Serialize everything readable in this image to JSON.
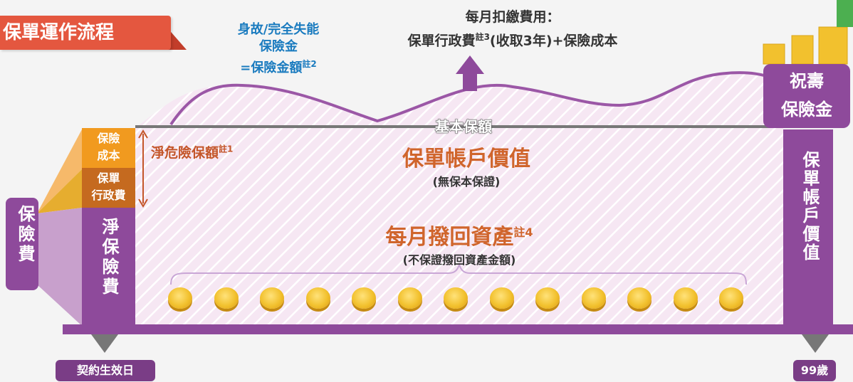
{
  "title": "保單運作流程",
  "death_benefit": {
    "line1": "身故/完全失能",
    "line2": "保險金",
    "line3": "=保險金額",
    "note": "註2"
  },
  "monthly_fee": {
    "line1": "每月扣繳費用：",
    "line2_a": "保單行政費",
    "note": "註3",
    "line2_b": "(收取3年)+保險成本"
  },
  "base_amount": "基本保額",
  "net_risk": {
    "label": "淨危險保額",
    "note": "註1"
  },
  "account_value": {
    "label": "保單帳戶價值",
    "sub": "(無保本保證)"
  },
  "withdraw": {
    "label": "每月撥回資產",
    "note": "註4",
    "sub": "(不保證撥回資產金額)"
  },
  "left_segments": {
    "insurance_cost": [
      "保險",
      "成本"
    ],
    "policy_admin": [
      "保單",
      "行政費"
    ],
    "net_premium": "淨保險費"
  },
  "premium": "保險費",
  "right_column": "保單帳戶價值",
  "maturity_badge": [
    "祝壽",
    "保險金"
  ],
  "start_label": "契約生效日",
  "end_label": "99歲",
  "coin_count": 13,
  "colors": {
    "purple": "#8e4a9b",
    "orange": "#f19a1f",
    "brown": "#c4562a",
    "blue": "#1a7bbf",
    "red": "#e4573f",
    "gold": "#f2c12e"
  }
}
